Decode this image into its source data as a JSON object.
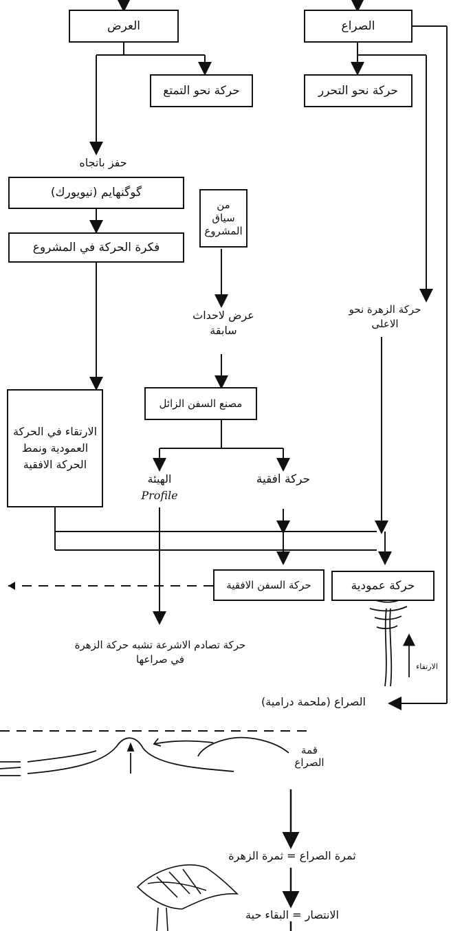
{
  "nodes": {
    "display": "العرض",
    "conflict": "الصراع",
    "enjoy_motion": "حركة نحو التمتع",
    "liberation_motion": "حركة نحو التحرر",
    "museum_direction": "حفز باتجاه",
    "guggenheim": "گوگنهايم (نيويورك)",
    "motion_idea": "فكرة الحركة في المشروع",
    "project_context": "من سياق المشروع",
    "past_events": "عرض لاحداث سابقة",
    "shipyard": "مصنع السفن الزائل",
    "flower_motion_up": "حركة الزهرة نحو الاعلى",
    "vertical_rise": "الارتقاء في الحركة العمودية ونمط الحركة الافقية",
    "profile_ar": "الهيئة",
    "profile_en": "Profile",
    "horizontal_motion": "حركة افقية",
    "ship_horizontal": "حركة السفن الافقية",
    "vertical_motion": "حركة عمودية",
    "masts_collision": "حركة تصادم الاشرعة تشبه حركة الزهرة في صراعها",
    "rise_label": "الارتقاء",
    "conflict_drama": "الصراع (ملحمة درامية)",
    "conflict_peak": "قمة الصراع",
    "conflict_fruit": "ثمرة الصراع = ثمرة الزهرة",
    "victory": "الانتصار = البقاء حية"
  }
}
